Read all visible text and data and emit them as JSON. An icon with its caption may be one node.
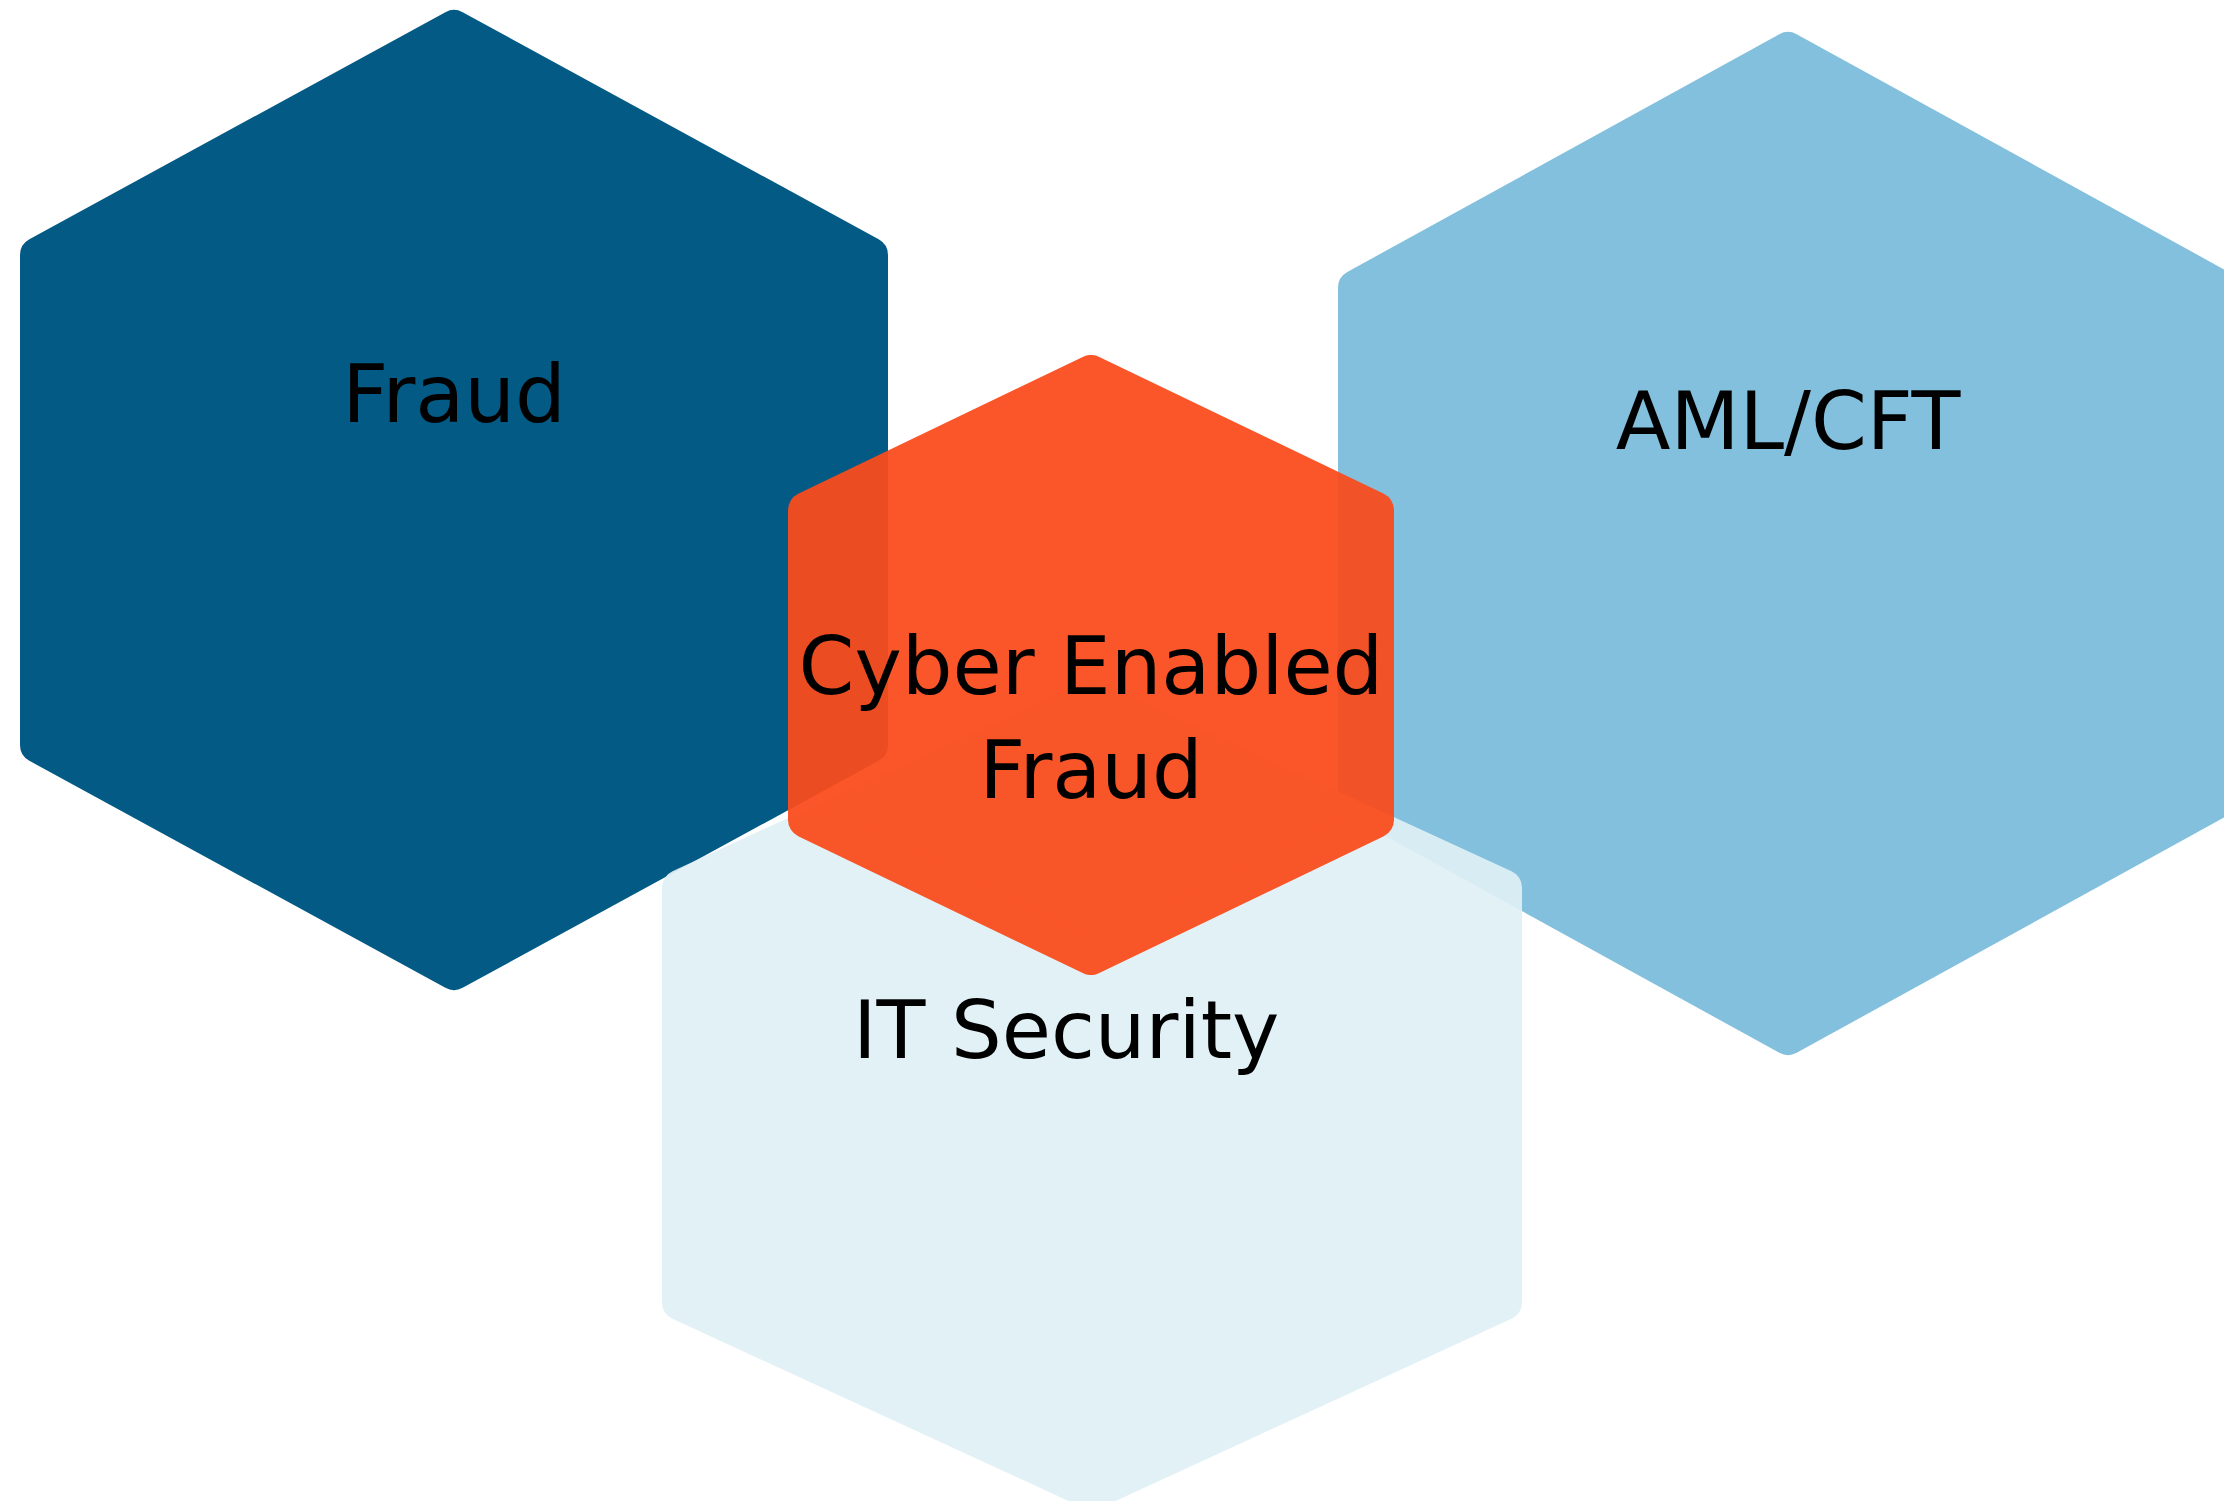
{
  "diagram": {
    "nodes": [
      {
        "text": [
          "Fraud"
        ]
      },
      {
        "text": [
          "AML/CFT"
        ]
      },
      {
        "text": [
          "IT Security"
        ]
      },
      {
        "text": [
          "Cyber Enabled Fraud"
        ]
      }
    ]
  }
}
